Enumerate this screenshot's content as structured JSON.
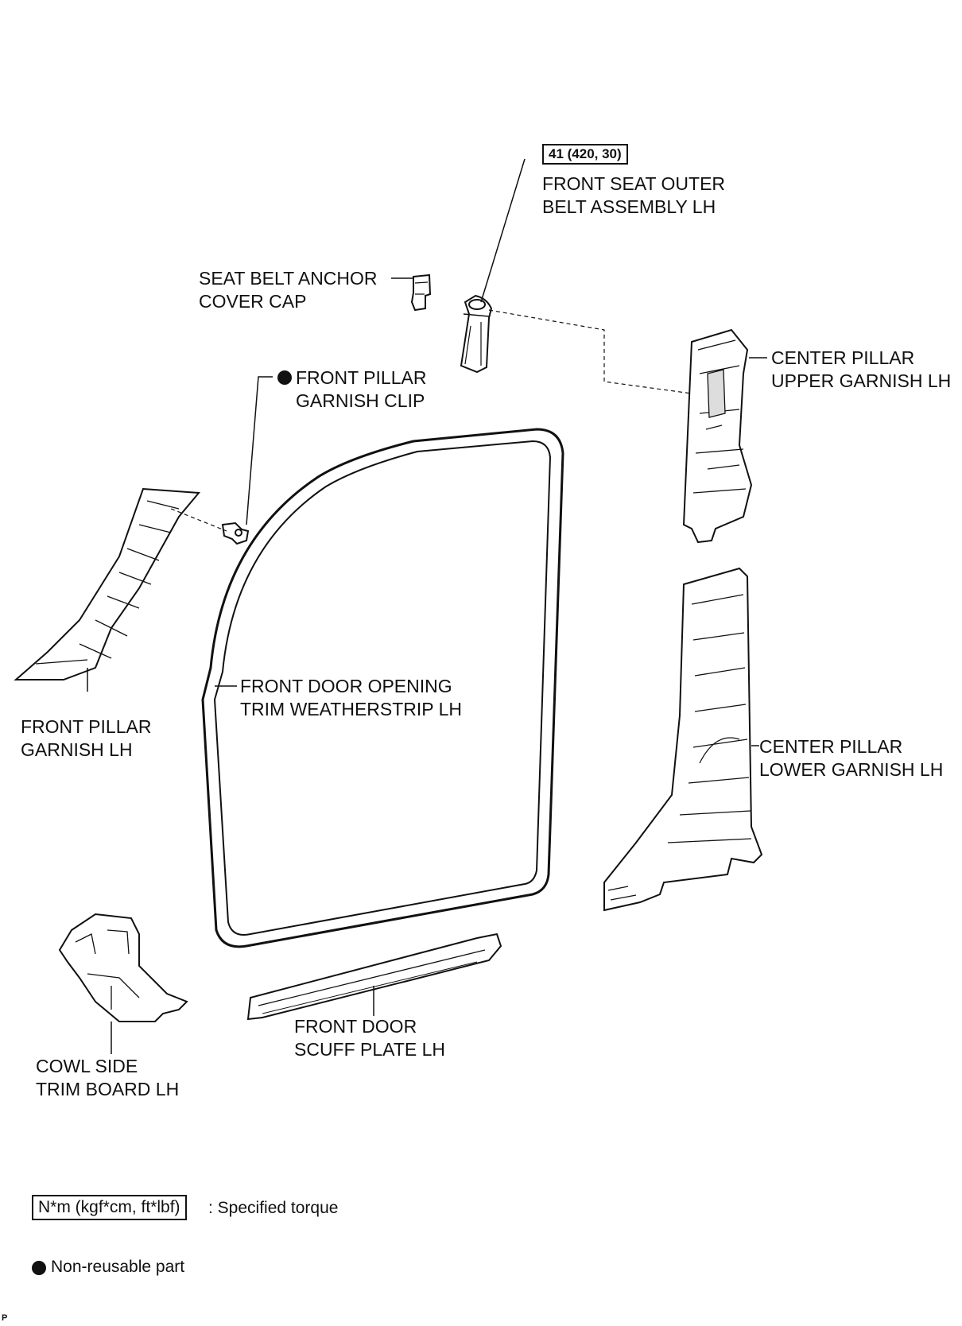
{
  "labels": {
    "torque_value": "41 (420, 30)",
    "front_seat_outer_belt": "FRONT SEAT OUTER\nBELT ASSEMBLY LH",
    "seat_belt_anchor_cap": "SEAT BELT ANCHOR\nCOVER CAP",
    "front_pillar_garnish_clip": "FRONT PILLAR\nGARNISH CLIP",
    "center_pillar_upper_garnish": "CENTER PILLAR\nUPPER GARNISH LH",
    "front_pillar_garnish": "FRONT PILLAR\nGARNISH LH",
    "front_door_opening_trim": "FRONT DOOR OPENING\nTRIM WEATHERSTRIP LH",
    "center_pillar_lower_garnish": "CENTER PILLAR\nLOWER GARNISH LH",
    "cowl_side_trim_board": "COWL SIDE\nTRIM BOARD LH",
    "front_door_scuff_plate": "FRONT DOOR\nSCUFF PLATE LH"
  },
  "legend": {
    "torque_unit": "N*m (kgf*cm, ft*lbf)",
    "torque_desc": ": Specified torque",
    "nonreusable_desc": "Non-reusable part"
  },
  "footer_code": "P",
  "colors": {
    "ink": "#111111",
    "part_fill": "#ffffff",
    "shade": "#c9c9c9"
  }
}
